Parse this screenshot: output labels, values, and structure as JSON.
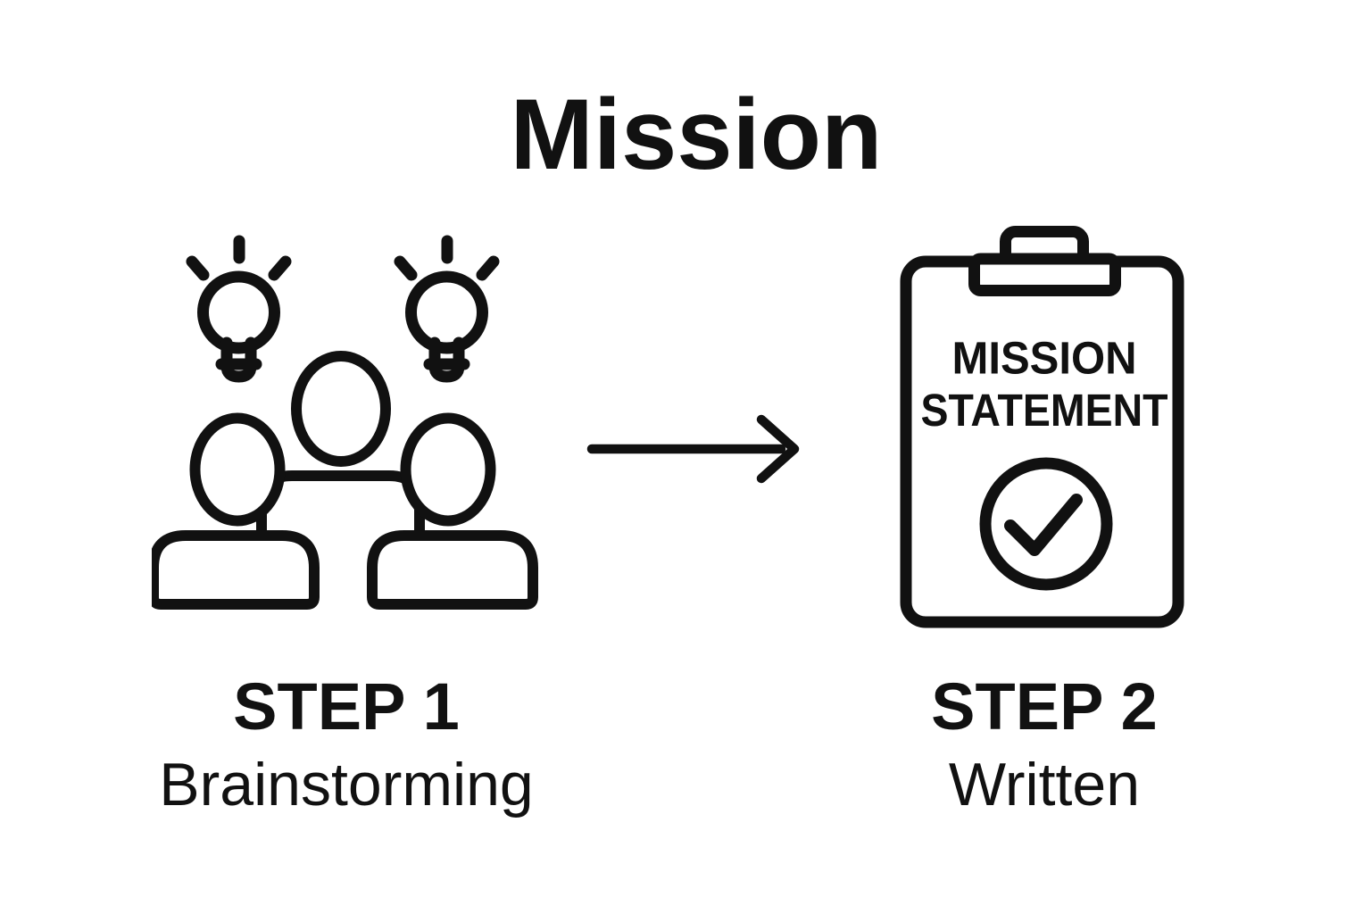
{
  "page": {
    "title": "Mission",
    "background_color": "#ffffff",
    "ink_color": "#111111"
  },
  "steps": [
    {
      "label": "STEP 1",
      "caption": "Brainstorming",
      "icon": "brainstorming-group-lightbulbs-icon"
    },
    {
      "label": "STEP 2",
      "caption": "Written",
      "icon": "mission-statement-clipboard-icon"
    }
  ],
  "clipboard_text": {
    "line1": "MISSION",
    "line2": "STATEMENT"
  },
  "connector": {
    "type": "arrow-right"
  }
}
